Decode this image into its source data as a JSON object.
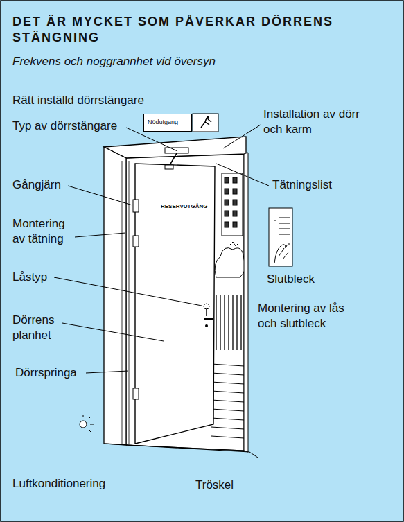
{
  "diagram": {
    "title": "DET ÄR MYCKET SOM PÅVERKAR DÖRRENS STÄNGNING",
    "nodes": [
      {
        "text": [
          "Nödutgang"
        ]
      }
    ],
    "labels": [
      "Frekvens och noggrannhet vid översyn",
      "Rätt inställd dörrstängare",
      "Typ av dörrstängare",
      "Installation av dörr och karm",
      "Gångjärn",
      "Tätningslist",
      "Montering av tätning",
      "RESERVUTGÅNG",
      "Slutbleck",
      "Låstyp",
      "Montering av lås och slutbleck",
      "Dörrens planhet",
      "Dörrspringa",
      "Luftkonditionering",
      "Tröskel"
    ]
  }
}
